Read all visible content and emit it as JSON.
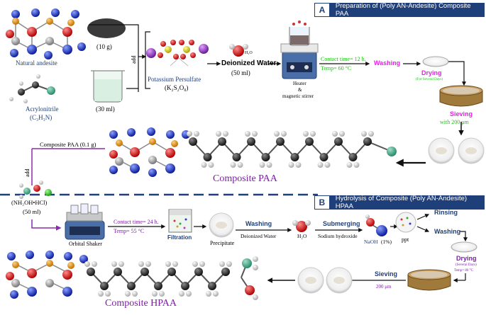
{
  "panel_a": {
    "badge": "A",
    "title": "Preparation of (Poly AN-Andesite) Composite PAA",
    "natural_andesite": "Natural andesite",
    "andesite_mass": "(10 g)",
    "acrylonitrile": "Acrylonitrile",
    "acrylonitrile_formula": "(C₃H₃N)",
    "acrylonitrile_volume": "(30 ml)",
    "add": "add",
    "persulfate": "Potassium Persulfate",
    "persulfate_formula": "(K₂S₂O₈)",
    "water": "Deionized Water",
    "water_formula": "H₂O",
    "water_volume": "(50 ml)",
    "heater": "Heater",
    "amp": "&",
    "stirrer": "magnetic stirrer",
    "contact_time": "Contact time= 12 h.",
    "temp": "Temp= 60 °C",
    "washing": "Washing",
    "drying": "Drying",
    "drying_note": "(For Several Days)",
    "sieving": "Sieving",
    "sieving_size": "with 200 μm",
    "composite_amount": "Composite PAA (0.1 g)",
    "composite": "Composite PAA"
  },
  "panel_b": {
    "badge": "B",
    "title": "Hydrolysis of Composite (Poly AN-Andesite) HPAA",
    "add": "add",
    "hydroxylamine": "(NH₂OH•HCl)",
    "hydroxylamine_volume": "(50 ml)",
    "shaker": "Orbital Shaker",
    "contact_time": "Contact time= 24 h.",
    "temp": "Temp= 55 °C",
    "filtration": "Filtration",
    "precipitate": "Precipitate",
    "washing": "Washing",
    "water": "Deionized Water",
    "water_formula": "H₂O",
    "submerging": "Submerging",
    "naoh_name": "Sodium hydroxide",
    "naoh": "NaOH",
    "naoh_conc": "(1%)",
    "ppt": "ppt",
    "rinsing": "Rinsing",
    "washing2": "Washing",
    "drying": "Drying",
    "drying_note": "(Several Days)",
    "drying_temp": "Temp= 80 °C",
    "sieving": "Sieving",
    "sieving_size": "200 μm",
    "composite": "Composite HPAA"
  },
  "colors": {
    "banner": "#1f3f7a",
    "arrow": "#111111",
    "condition_green": "#16c60c",
    "magenta": "#e81ee8",
    "purple": "#7a1fa2",
    "navy_text": "#1f3f7a",
    "divider": "#1f3f7a"
  }
}
